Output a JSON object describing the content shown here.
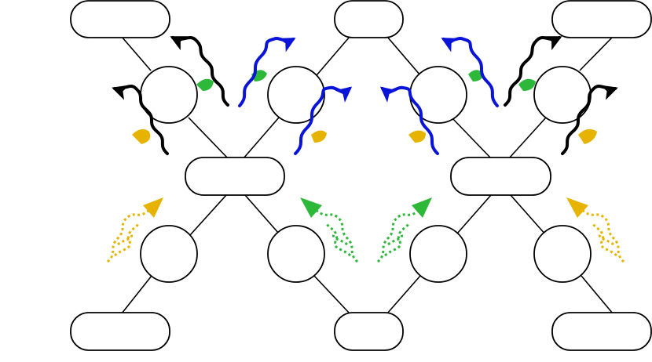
{
  "colors": {
    "black": "#000000",
    "blue": "#0a14d8",
    "green": "#2db83a",
    "yellow": "#e6b400"
  },
  "nodes": {
    "rounded_boxes": 8,
    "circles": 8
  },
  "emission_arrows": [
    {
      "style": "solid",
      "color": "black",
      "highlight": "yellow"
    },
    {
      "style": "solid",
      "color": "black",
      "highlight": "green"
    },
    {
      "style": "solid",
      "color": "blue",
      "highlight": "green"
    },
    {
      "style": "solid",
      "color": "blue",
      "highlight": "yellow"
    },
    {
      "style": "solid",
      "color": "blue",
      "highlight": "yellow"
    },
    {
      "style": "solid",
      "color": "blue",
      "highlight": "green"
    },
    {
      "style": "solid",
      "color": "black",
      "highlight": "green"
    },
    {
      "style": "solid",
      "color": "black",
      "highlight": "yellow"
    }
  ],
  "absorption_arrows": [
    {
      "style": "dotted",
      "color": "yellow"
    },
    {
      "style": "dotted",
      "color": "green"
    },
    {
      "style": "dotted",
      "color": "green"
    },
    {
      "style": "dotted",
      "color": "yellow"
    }
  ]
}
